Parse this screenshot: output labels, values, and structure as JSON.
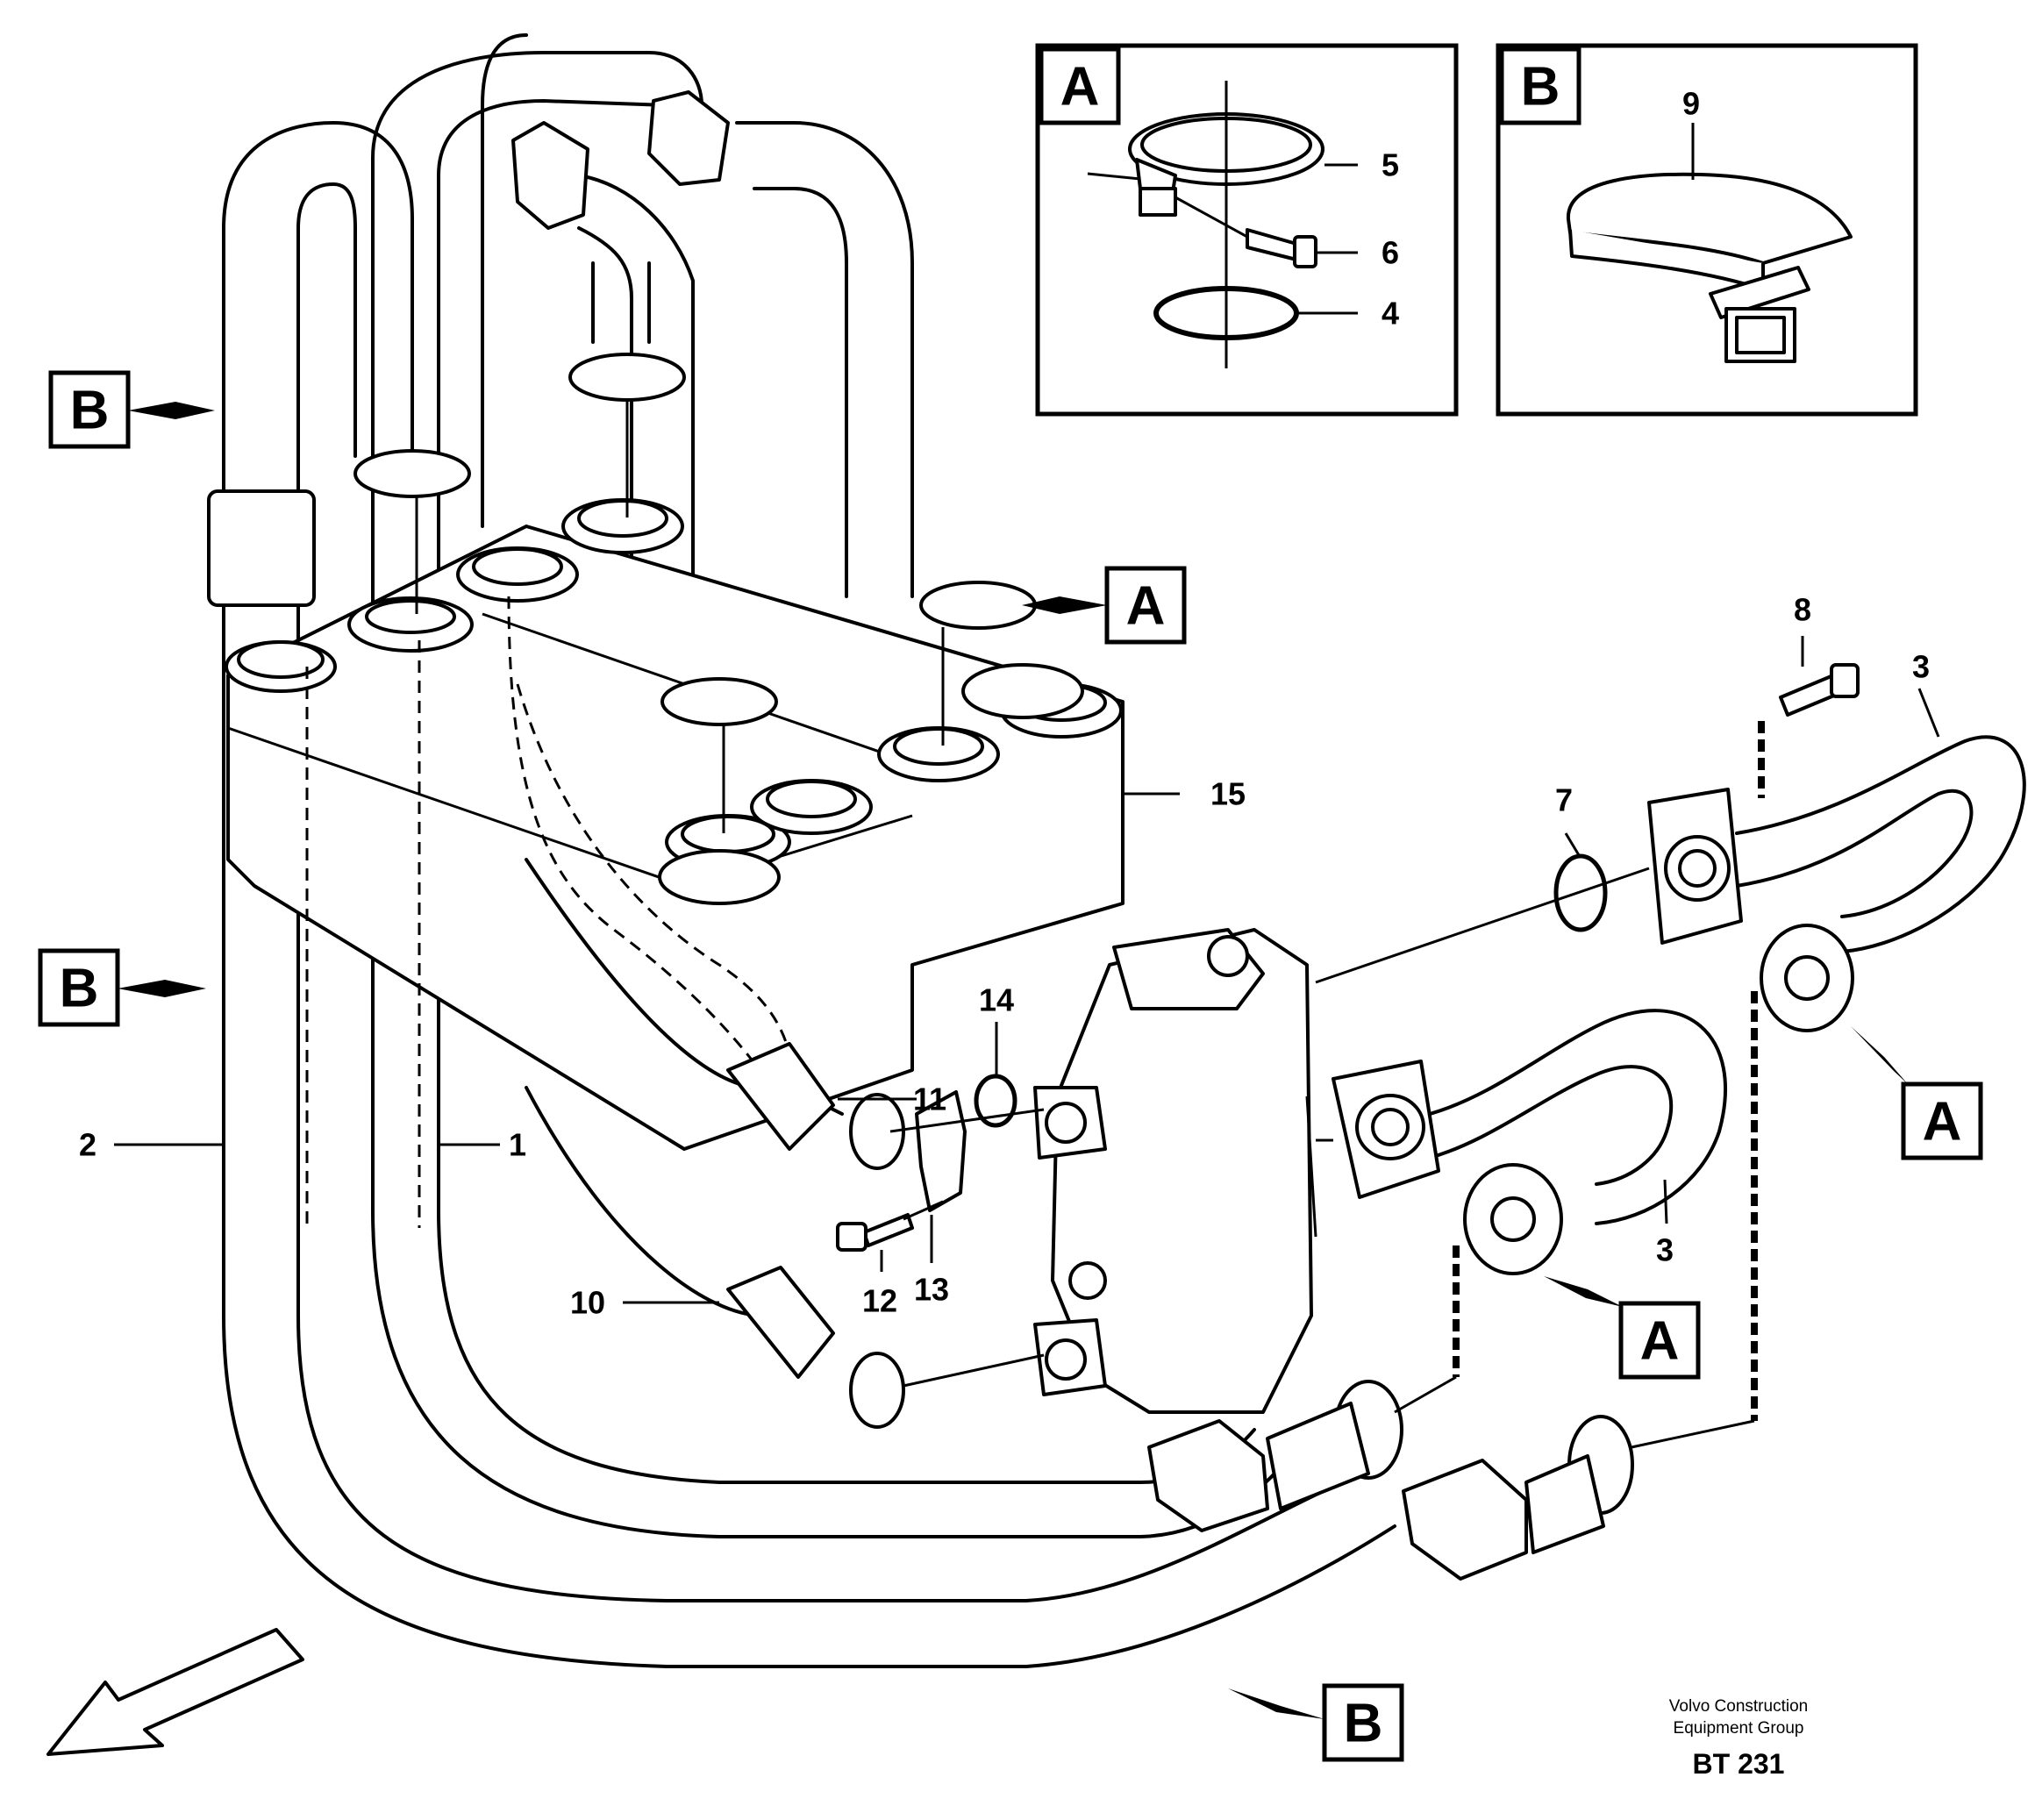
{
  "detail_panels": [
    {
      "letter": "A",
      "parts": [
        "5",
        "6",
        "4"
      ]
    },
    {
      "letter": "B",
      "parts": [
        "9"
      ]
    }
  ],
  "callouts": {
    "p1": "1",
    "p2": "2",
    "p3a": "3",
    "p3b": "3",
    "p4": "4",
    "p5": "5",
    "p6": "6",
    "p7": "7",
    "p8": "8",
    "p9": "9",
    "p10": "10",
    "p11": "11",
    "p12": "12",
    "p13": "13",
    "p14": "14",
    "p15": "15"
  },
  "reference_tags": {
    "a_upper": "A",
    "a_right": "A",
    "a_middle": "A",
    "b_top": "B",
    "b_left": "B",
    "b_bottom": "B"
  },
  "credit": {
    "line1": "Volvo Construction",
    "line2": "Equipment Group",
    "code": "BT 231"
  }
}
